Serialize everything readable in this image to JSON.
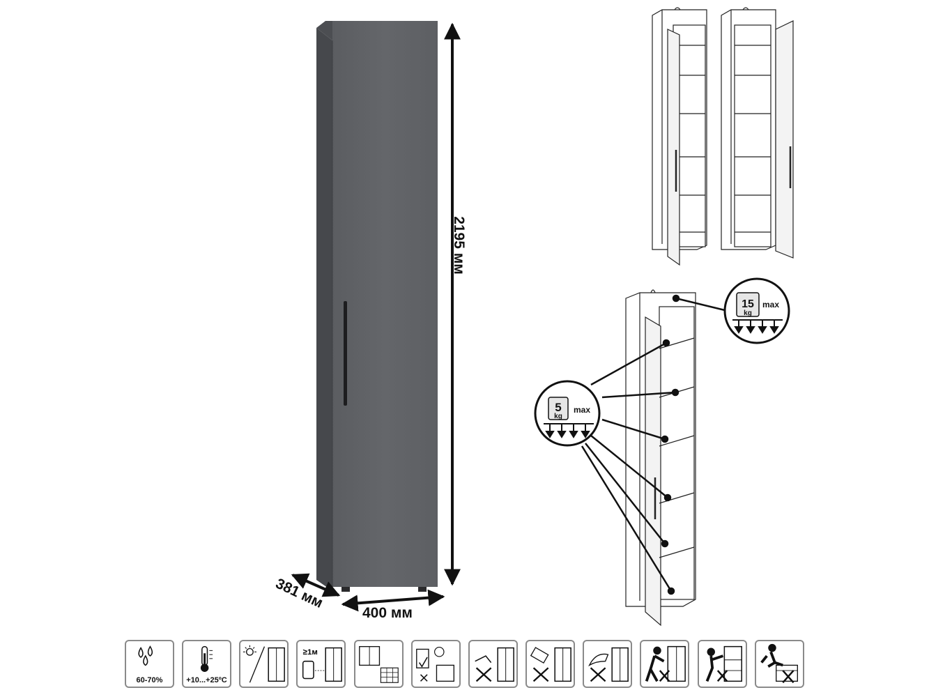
{
  "dimensions": {
    "height": "2195 мм",
    "width": "400 мм",
    "depth": "381 мм"
  },
  "shelf_load": {
    "weight": "5",
    "unit": "kg",
    "suffix": "max"
  },
  "top_load": {
    "weight": "15",
    "unit": "kg",
    "suffix": "max"
  },
  "care_icons": [
    {
      "icon": "humidity-icon",
      "caption": "60-70%"
    },
    {
      "icon": "temperature-icon",
      "caption": "+10...+25ºC"
    },
    {
      "icon": "no-direct-sunlight-icon",
      "caption": ""
    },
    {
      "icon": "distance-from-heater-icon",
      "label": "≥1м",
      "caption": ""
    },
    {
      "icon": "ventilation-icon",
      "caption": ""
    },
    {
      "icon": "door-adjustment-icon",
      "caption": ""
    },
    {
      "icon": "no-liquids-icon",
      "caption": ""
    },
    {
      "icon": "no-abrasives-icon",
      "caption": ""
    },
    {
      "icon": "no-solvents-icon",
      "caption": ""
    },
    {
      "icon": "no-pushing-icon",
      "caption": ""
    },
    {
      "icon": "no-climbing-icon",
      "caption": ""
    },
    {
      "icon": "no-standing-on-icon",
      "caption": ""
    }
  ]
}
